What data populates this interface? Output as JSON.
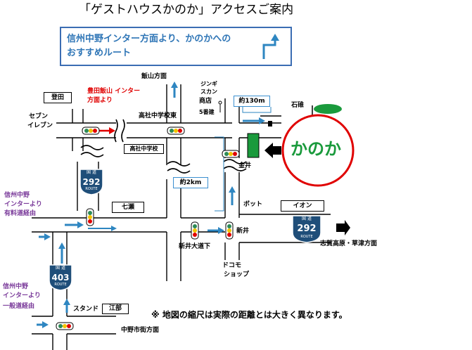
{
  "title": "「ゲストハウスかのか」アクセスご案内",
  "banner": {
    "line1": "信州中野インター方面より、かのかへの",
    "line2": "おすすめルート"
  },
  "labels": {
    "iiyama": "飯山方面",
    "toboda": "登田",
    "route_info": "豊田飯山 インター",
    "route_info2": "方面より",
    "seven": "セブン",
    "seven2": "イレブン",
    "koshadown": "高社中学校東",
    "koshaschool": "高社中学校",
    "jingis1": "ジンギ",
    "jingis2": "スカン",
    "shop": "商店",
    "fifth": "5番建",
    "distance130": "約130m",
    "ishiusu": "石碓",
    "kanoka": "かのか",
    "kanai": "金井",
    "distance2": "約2km",
    "botto": "ボット",
    "aeon": "イオン",
    "nanase": "七瀬",
    "shinai": "新井",
    "shinai_oshita": "新井大道下",
    "docomo1": "ドコモ",
    "docomo2": "ショップ",
    "shiga": "志賀高原・草津方面",
    "nakano_left1": "信州中野",
    "nakano_left2": "インターより",
    "nakano_left3": "有料道経由",
    "nakano_left4": "信州中野",
    "nakano_left5": "インターより",
    "nakano_left6": "一般道経由",
    "stand": "スタンド",
    "ebe": "江部",
    "nakano_city": "中野市街方面",
    "note": "※ 地図の縮尺は実際の距離とは大きく異なります。"
  },
  "routes": [
    {
      "kanji": "国 道",
      "number": "292",
      "eng": "ROUTE"
    },
    {
      "kanji": "国 道",
      "number": "403",
      "eng": "ROUTE"
    },
    {
      "kanji": "国 道",
      "number": "292",
      "eng": "ROUTE"
    }
  ],
  "colors": {
    "road": "#000000",
    "route_blue": "#2e86c1",
    "shield": "#1f4e79",
    "kanoka_green": "#1a9a3c",
    "kanoka_red": "#e00000",
    "signal_green": "#2e8b57",
    "signal_yellow": "#f2c200",
    "signal_red": "#e00000"
  }
}
